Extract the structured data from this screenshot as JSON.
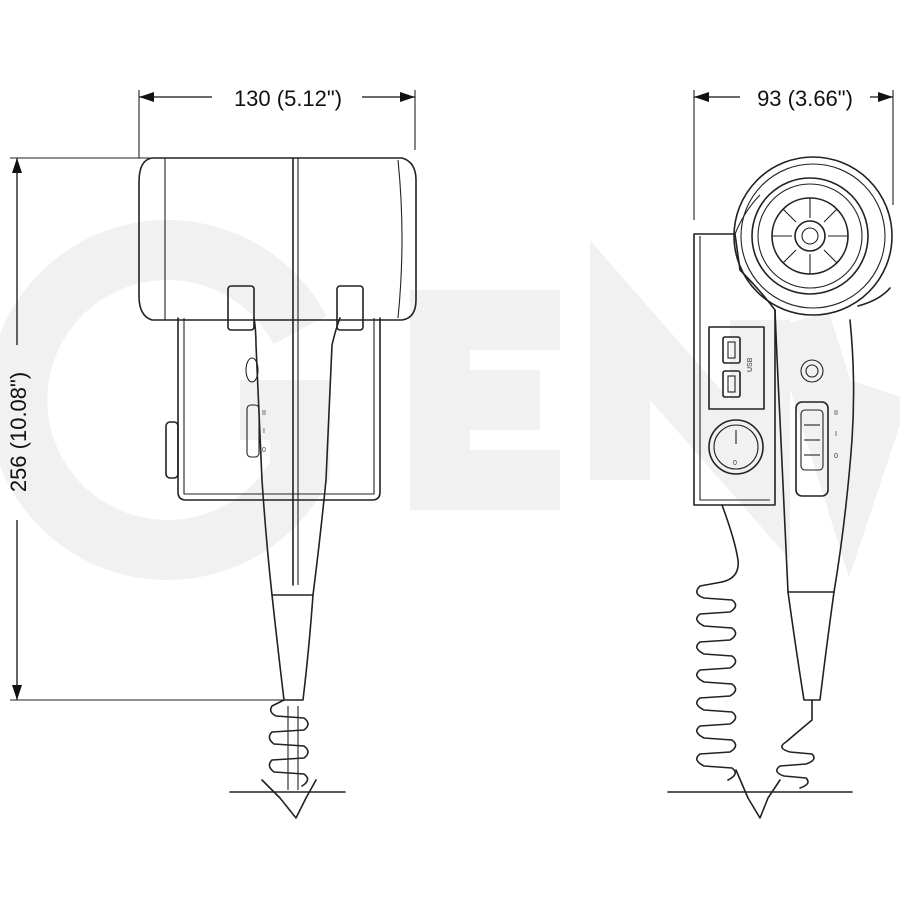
{
  "dimensions": {
    "front_width": "130 (5.12\")",
    "side_width": "93 (3.66\")",
    "height": "256 (10.08\")"
  },
  "switch_marks": {
    "high": "II",
    "low": "I",
    "off": "0"
  },
  "usb_label": "USB",
  "knob_label": "0",
  "colors": {
    "line": "#222222",
    "background": "#ffffff",
    "watermark": "#f1f1f1"
  }
}
